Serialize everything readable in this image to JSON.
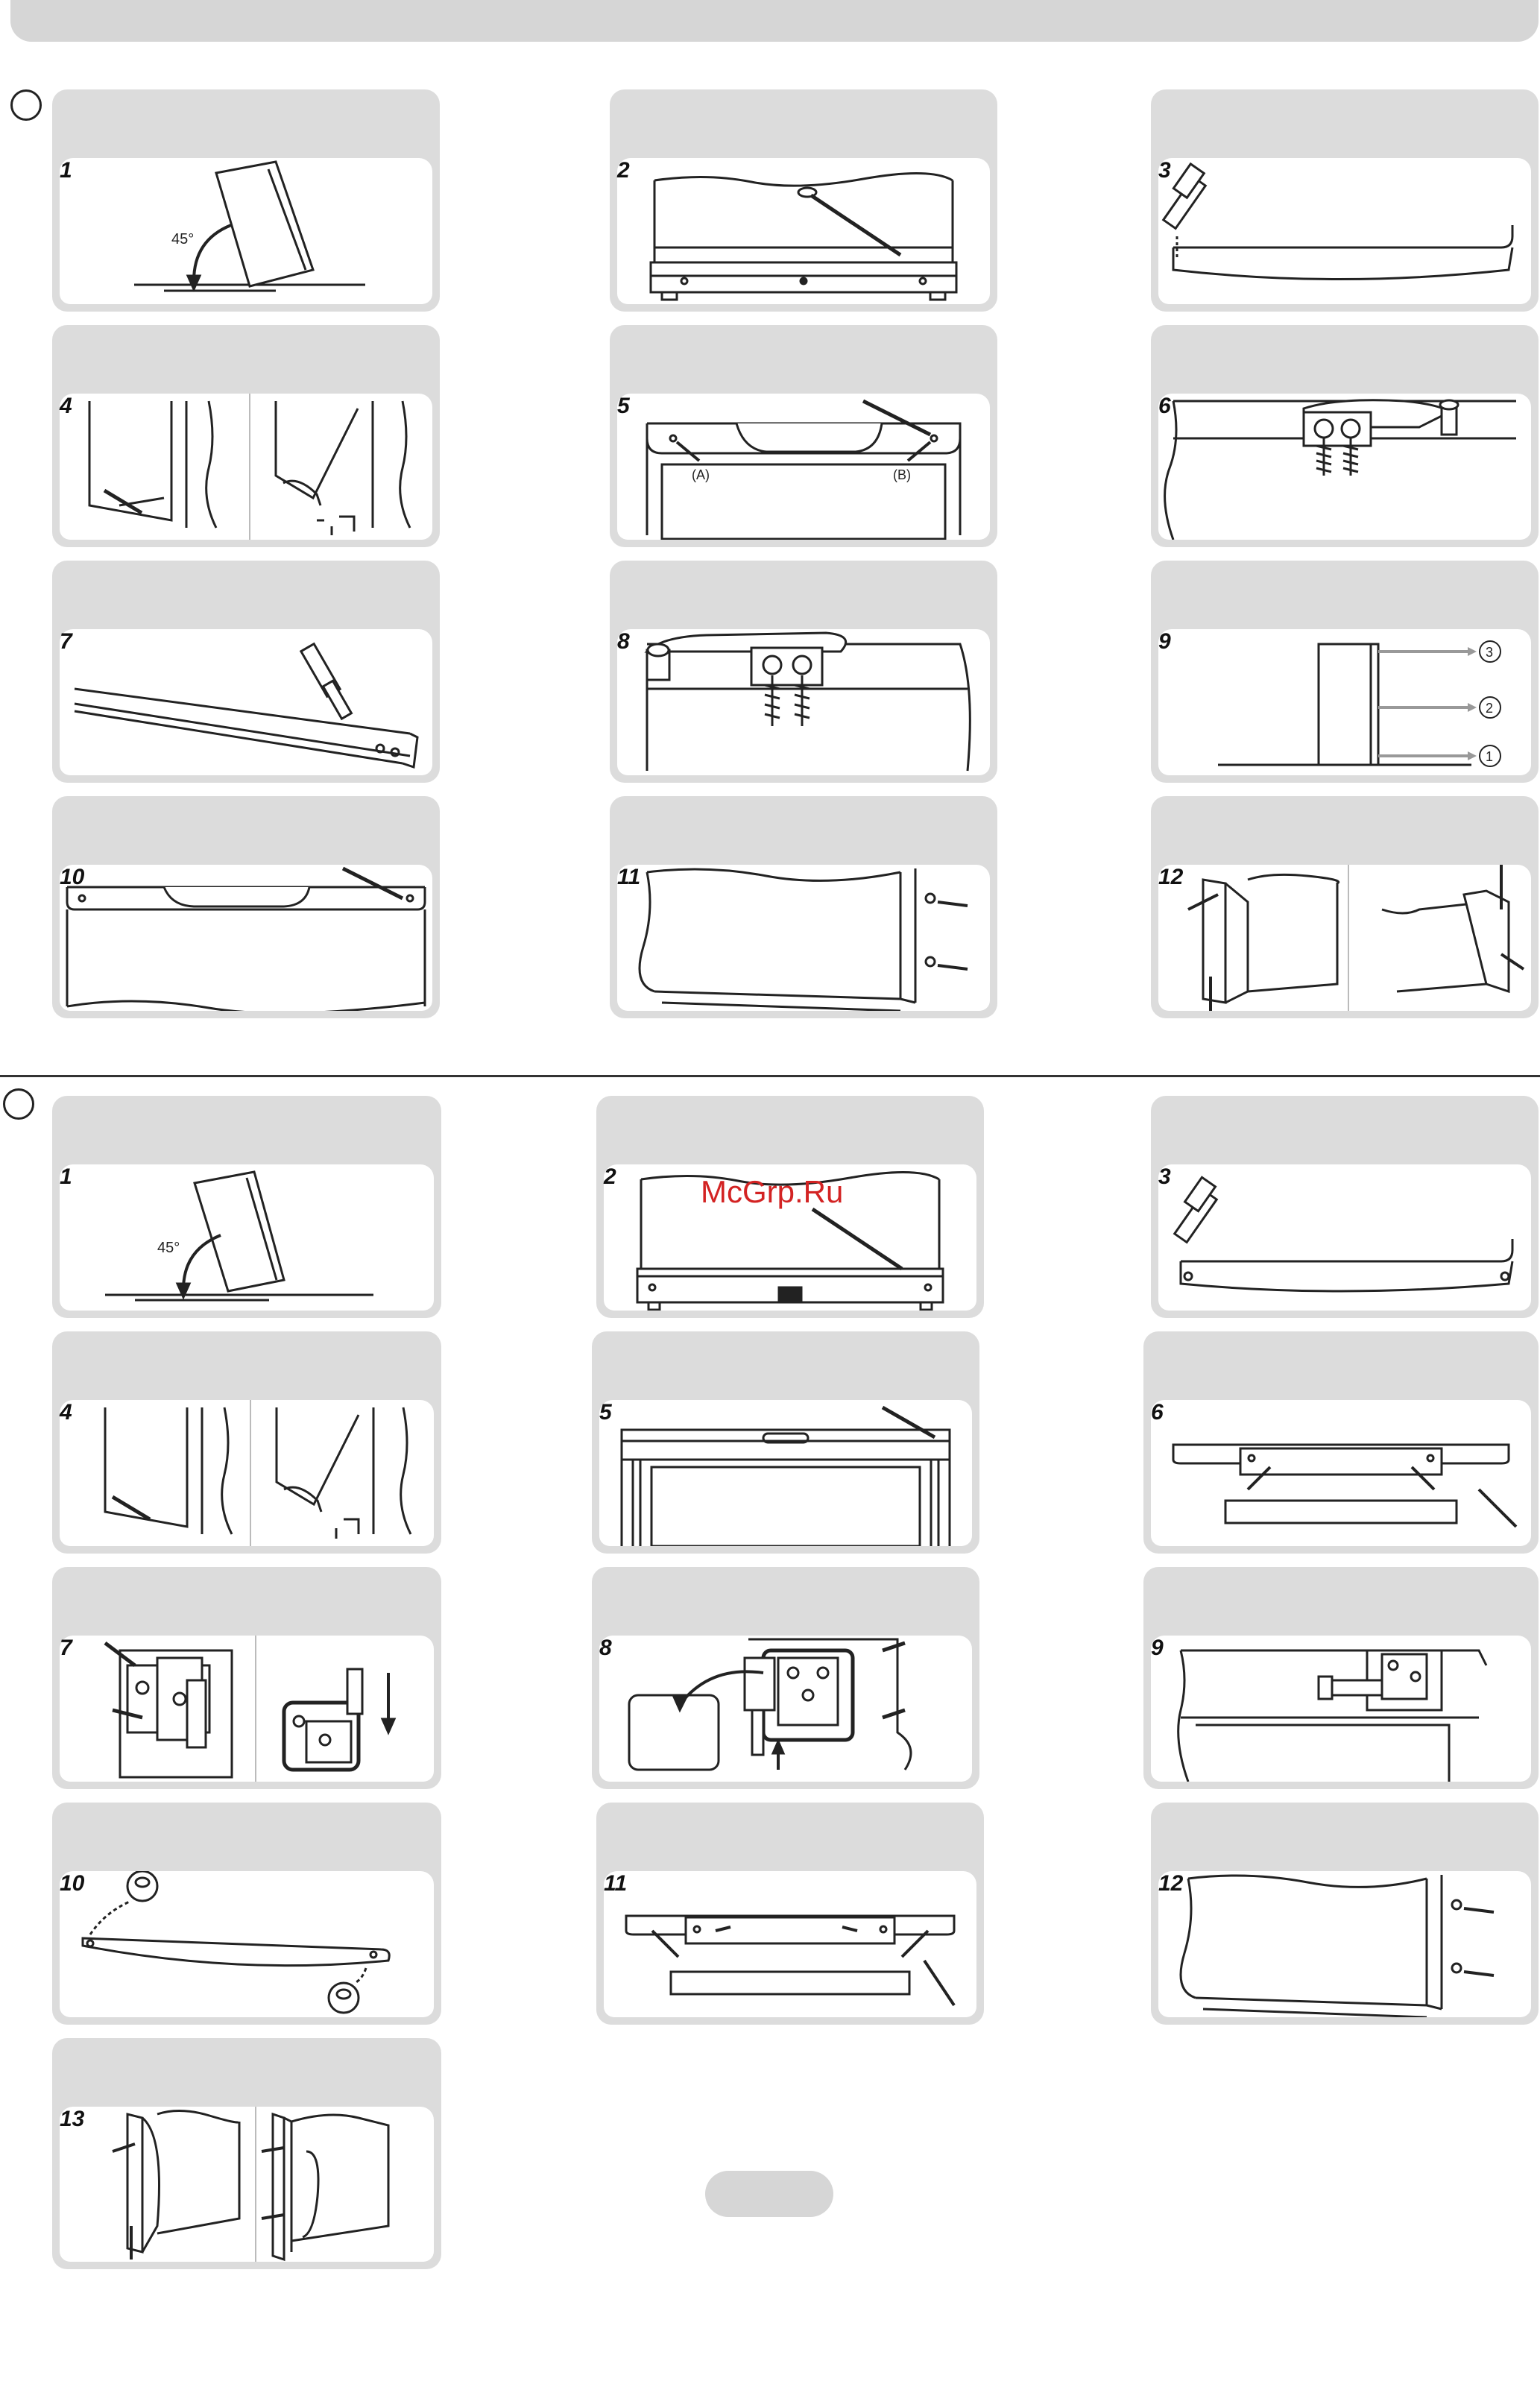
{
  "watermark": "McGrp.Ru",
  "sectionA": {
    "steps": [
      {
        "num": "1",
        "angle_label": "45°"
      },
      {
        "num": "2"
      },
      {
        "num": "3"
      },
      {
        "num": "4"
      },
      {
        "num": "5",
        "label_a": "(A)",
        "label_b": "(B)"
      },
      {
        "num": "6"
      },
      {
        "num": "7"
      },
      {
        "num": "8"
      },
      {
        "num": "9",
        "sequence": [
          "1",
          "2",
          "3"
        ],
        "arrow_labels": [
          "3",
          "2",
          "1"
        ]
      },
      {
        "num": "10"
      },
      {
        "num": "11"
      },
      {
        "num": "12"
      }
    ]
  },
  "sectionB": {
    "steps": [
      {
        "num": "1",
        "angle_label": "45°"
      },
      {
        "num": "2"
      },
      {
        "num": "3"
      },
      {
        "num": "4"
      },
      {
        "num": "5"
      },
      {
        "num": "6"
      },
      {
        "num": "7"
      },
      {
        "num": "8"
      },
      {
        "num": "9"
      },
      {
        "num": "10"
      },
      {
        "num": "11"
      },
      {
        "num": "12"
      },
      {
        "num": "13"
      }
    ]
  },
  "colors": {
    "panel": "#dcdcdc",
    "line": "#222222",
    "watermark": "#d32323"
  }
}
